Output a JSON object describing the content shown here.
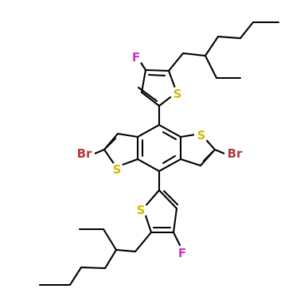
{
  "molecule": {
    "atom_colors": {
      "S": "#d4b800",
      "Br": "#b23a3a",
      "F": "#cc33cc"
    },
    "labels": {
      "f_top": "F",
      "s_top_thiophene": "S",
      "s_core_right": "S",
      "br_right": "Br",
      "br_left": "Br",
      "s_core_left": "S",
      "s_bottom_thiophene": "S",
      "f_bottom": "F"
    }
  }
}
